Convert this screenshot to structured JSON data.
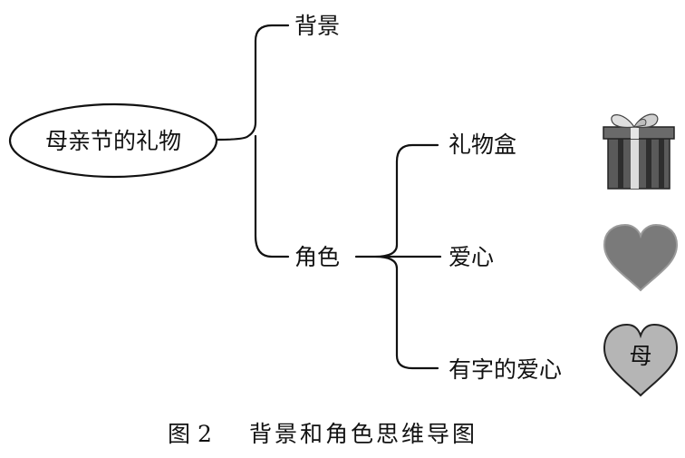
{
  "mindmap": {
    "root": {
      "label": "母亲节的礼物"
    },
    "branches": [
      {
        "label": "背景"
      },
      {
        "label": "角色",
        "children": [
          {
            "label": "礼物盒",
            "icon": "gift-box-icon"
          },
          {
            "label": "爱心",
            "icon": "heart-icon"
          },
          {
            "label": "有字的爱心",
            "icon": "heart-with-text-icon",
            "icon_text": "母"
          }
        ]
      }
    ]
  },
  "caption": {
    "figure": "图 2",
    "title": "背景和角色思维导图"
  },
  "colors": {
    "line": "#111111",
    "gift": "#555555",
    "heart": "#7a7a7a",
    "heart_text": "#b5b5b5"
  }
}
